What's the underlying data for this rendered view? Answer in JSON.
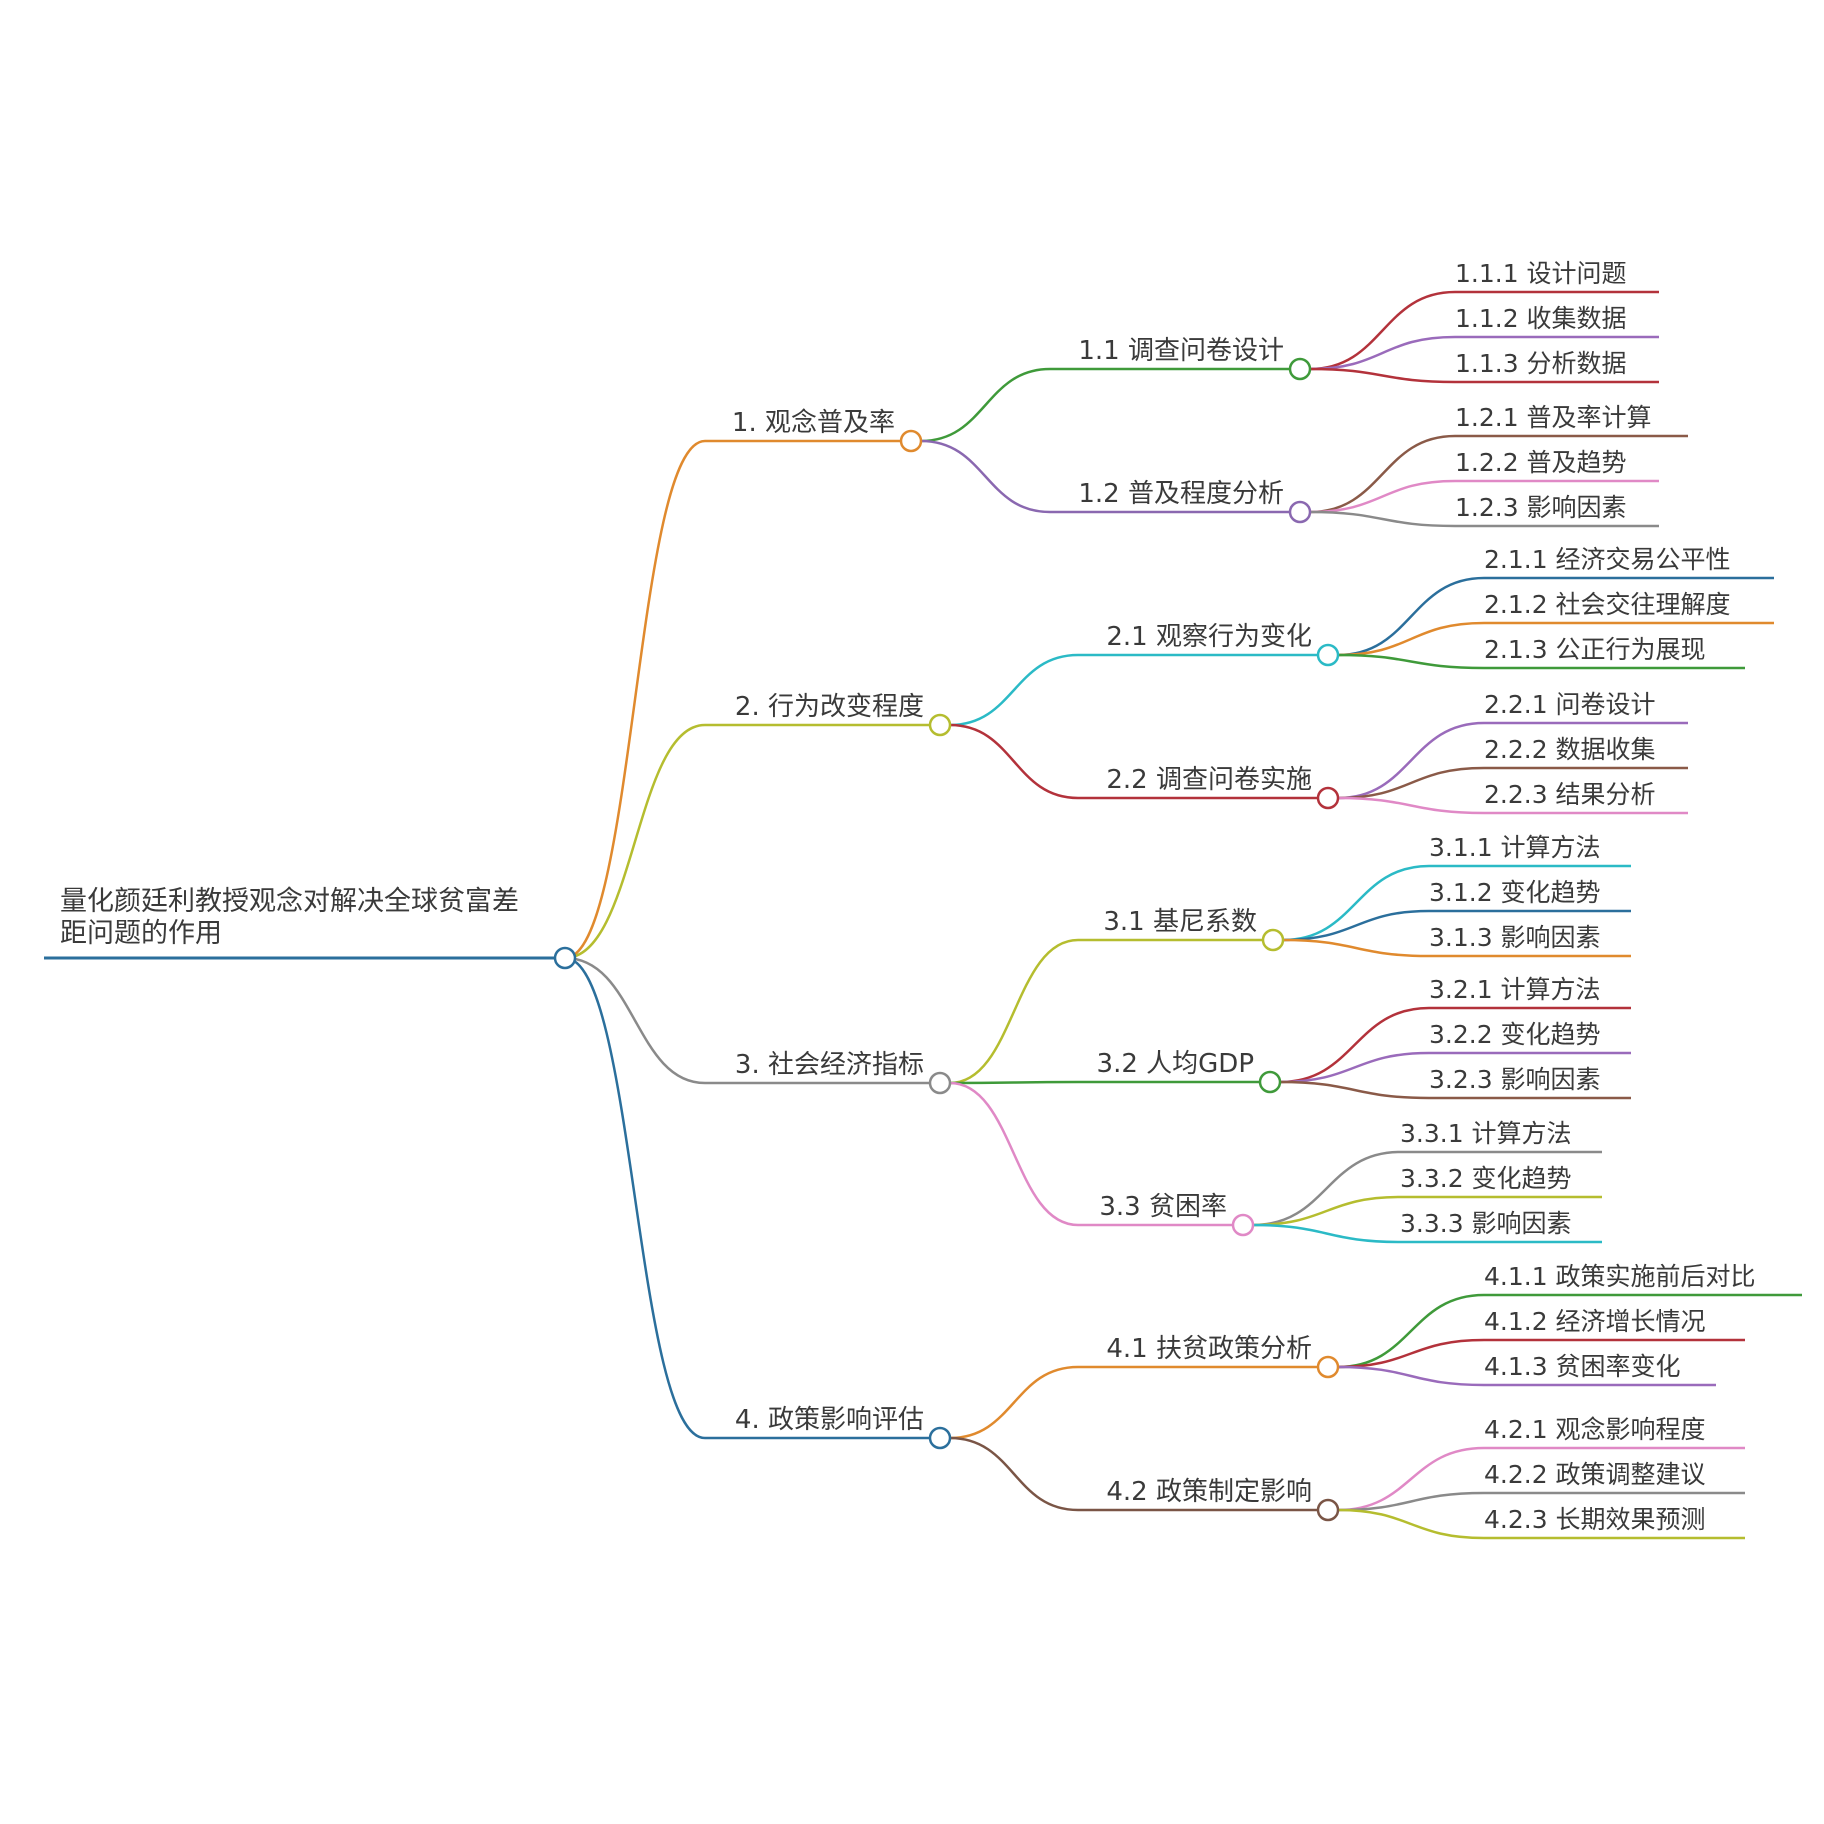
{
  "root": {
    "id": "root",
    "label_lines": [
      "量化颜廷利教授观念对解决全球贫富差",
      "距问题的作用"
    ],
    "color": "#2b6f9c"
  },
  "branches": [
    {
      "id": "b1",
      "label": "1. 观念普及率",
      "color": "#e08a2e",
      "children": [
        {
          "id": "b1-1",
          "label": "1.1 调查问卷设计",
          "color": "#3f9a3a",
          "children": [
            {
              "id": "b1-1-1",
              "label": "1.1.1 设计问题",
              "color": "#b3323b"
            },
            {
              "id": "b1-1-2",
              "label": "1.1.2 收集数据",
              "color": "#9a6bbb"
            },
            {
              "id": "b1-1-3",
              "label": "1.1.3 分析数据",
              "color": "#b3323b"
            }
          ]
        },
        {
          "id": "b1-2",
          "label": "1.2 普及程度分析",
          "color": "#8a68b0",
          "children": [
            {
              "id": "b1-2-1",
              "label": "1.2.1 普及率计算",
              "color": "#8a5a48"
            },
            {
              "id": "b1-2-2",
              "label": "1.2.2 普及趋势",
              "color": "#e089c6"
            },
            {
              "id": "b1-2-3",
              "label": "1.2.3 影响因素",
              "color": "#8a8a8a"
            }
          ]
        }
      ]
    },
    {
      "id": "b2",
      "label": "2. 行为改变程度",
      "color": "#b5bd2f",
      "children": [
        {
          "id": "b2-1",
          "label": "2.1 观察行为变化",
          "color": "#2bbac6",
          "children": [
            {
              "id": "b2-1-1",
              "label": "2.1.1 经济交易公平性",
              "color": "#2b6f9c"
            },
            {
              "id": "b2-1-2",
              "label": "2.1.2 社会交往理解度",
              "color": "#e08a2e"
            },
            {
              "id": "b2-1-3",
              "label": "2.1.3 公正行为展现",
              "color": "#3f9a3a"
            }
          ]
        },
        {
          "id": "b2-2",
          "label": "2.2 调查问卷实施",
          "color": "#b3323b",
          "children": [
            {
              "id": "b2-2-1",
              "label": "2.2.1 问卷设计",
              "color": "#9a6bbb"
            },
            {
              "id": "b2-2-2",
              "label": "2.2.2 数据收集",
              "color": "#8a5a48"
            },
            {
              "id": "b2-2-3",
              "label": "2.2.3 结果分析",
              "color": "#e089c6"
            }
          ]
        }
      ]
    },
    {
      "id": "b3",
      "label": "3. 社会经济指标",
      "color": "#8a8a8a",
      "children": [
        {
          "id": "b3-1",
          "label": "3.1 基尼系数",
          "color": "#b5bd2f",
          "children": [
            {
              "id": "b3-1-1",
              "label": "3.1.1 计算方法",
              "color": "#2bbac6"
            },
            {
              "id": "b3-1-2",
              "label": "3.1.2 变化趋势",
              "color": "#2b6f9c"
            },
            {
              "id": "b3-1-3",
              "label": "3.1.3 影响因素",
              "color": "#e08a2e"
            }
          ]
        },
        {
          "id": "b3-2",
          "label": "3.2 人均GDP",
          "color": "#3f9a3a",
          "children": [
            {
              "id": "b3-2-1",
              "label": "3.2.1 计算方法",
              "color": "#b3323b"
            },
            {
              "id": "b3-2-2",
              "label": "3.2.2 变化趋势",
              "color": "#9a6bbb"
            },
            {
              "id": "b3-2-3",
              "label": "3.2.3 影响因素",
              "color": "#8a5a48"
            }
          ]
        },
        {
          "id": "b3-3",
          "label": "3.3 贫困率",
          "color": "#e089c6",
          "children": [
            {
              "id": "b3-3-1",
              "label": "3.3.1 计算方法",
              "color": "#8a8a8a"
            },
            {
              "id": "b3-3-2",
              "label": "3.3.2 变化趋势",
              "color": "#b5bd2f"
            },
            {
              "id": "b3-3-3",
              "label": "3.3.3 影响因素",
              "color": "#2bbac6"
            }
          ]
        }
      ]
    },
    {
      "id": "b4",
      "label": "4. 政策影响评估",
      "color": "#2b6f9c",
      "children": [
        {
          "id": "b4-1",
          "label": "4.1 扶贫政策分析",
          "color": "#e08a2e",
          "children": [
            {
              "id": "b4-1-1",
              "label": "4.1.1 政策实施前后对比",
              "color": "#3f9a3a"
            },
            {
              "id": "b4-1-2",
              "label": "4.1.2 经济增长情况",
              "color": "#b3323b"
            },
            {
              "id": "b4-1-3",
              "label": "4.1.3 贫困率变化",
              "color": "#9a6bbb"
            }
          ]
        },
        {
          "id": "b4-2",
          "label": "4.2 政策制定影响",
          "color": "#7a5546",
          "children": [
            {
              "id": "b4-2-1",
              "label": "4.2.1 观念影响程度",
              "color": "#e089c6"
            },
            {
              "id": "b4-2-2",
              "label": "4.2.2 政策调整建议",
              "color": "#8a8a8a"
            },
            {
              "id": "b4-2-3",
              "label": "4.2.3 长期效果预测",
              "color": "#b5bd2f"
            }
          ]
        }
      ]
    }
  ]
}
